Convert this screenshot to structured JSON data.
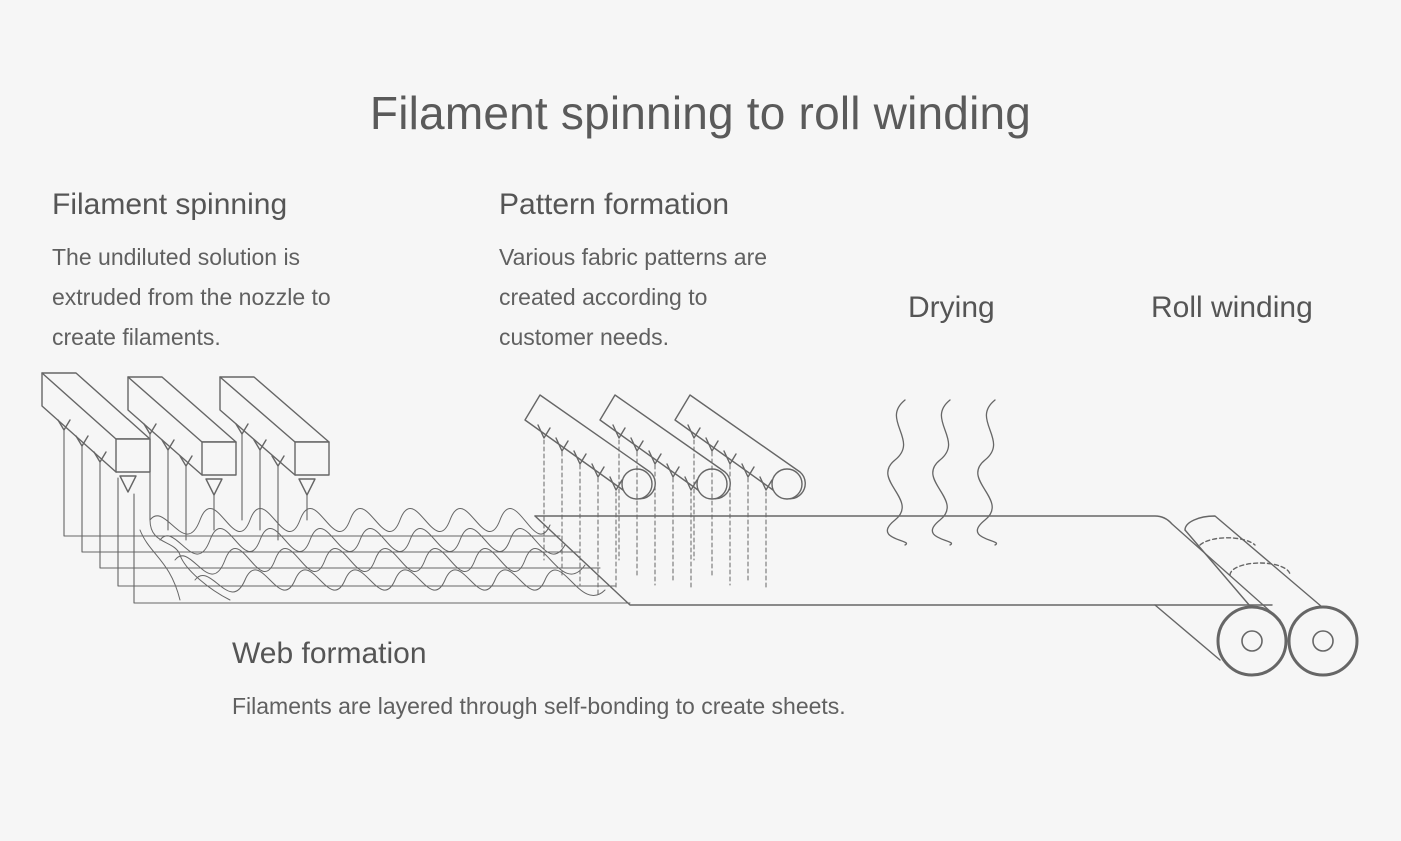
{
  "title": "Filament spinning to roll winding",
  "steps": {
    "spinning": {
      "heading": "Filament spinning",
      "lines": [
        "The undiluted solution is",
        "extruded from the nozzle to",
        "create filaments."
      ]
    },
    "pattern": {
      "heading": "Pattern formation",
      "lines": [
        "Various fabric patterns are",
        "created according to",
        "customer needs."
      ]
    },
    "drying": {
      "heading": "Drying"
    },
    "winding": {
      "heading": "Roll winding"
    },
    "web": {
      "heading": "Web formation",
      "lines": [
        "Filaments are layered through self-bonding to create sheets."
      ]
    }
  },
  "colors": {
    "background": "#f6f6f6",
    "line": "#666666",
    "text": "#555555"
  }
}
